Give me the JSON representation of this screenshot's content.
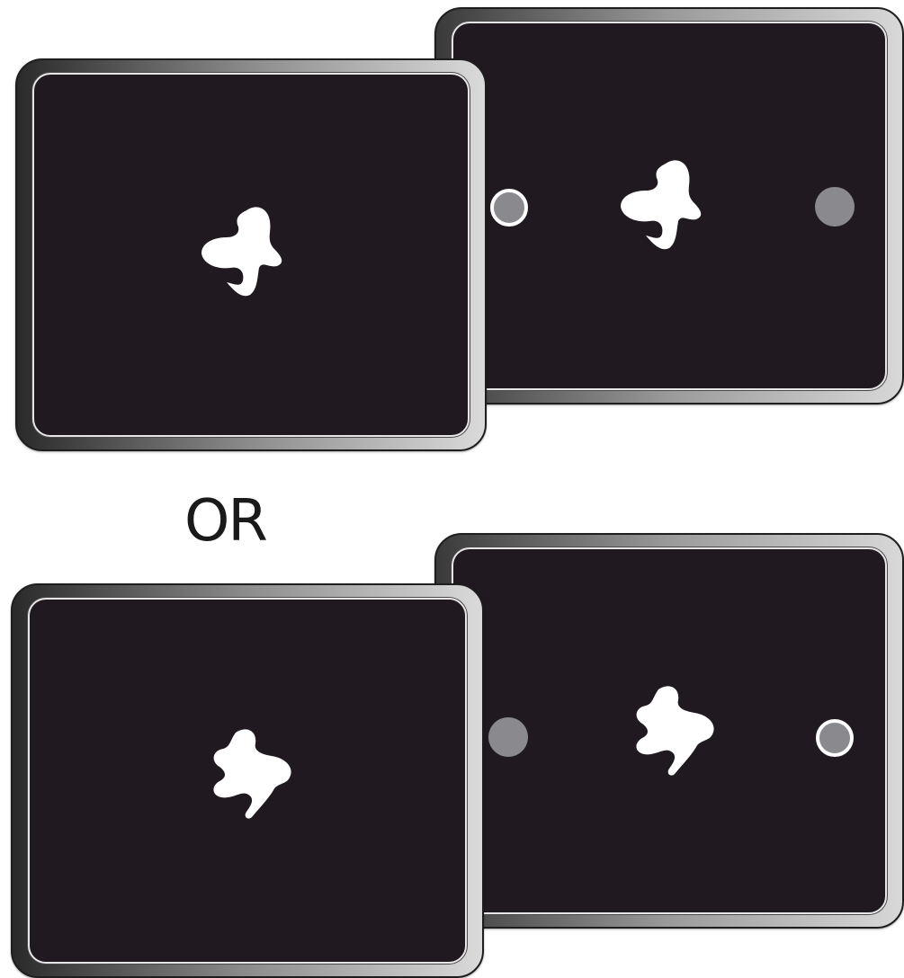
{
  "separator": {
    "text": "OR"
  },
  "colors": {
    "screen_fill": "#201a20",
    "stimulus": "#ffffff",
    "dot_fill": "#8a8a8e",
    "ring_stroke": "#ffffff"
  },
  "trials": [
    {
      "sample_screen": {
        "stimulus_icon": "white-blob-shape"
      },
      "choice_screen": {
        "stimulus_icon": "white-blob-shape",
        "left_dot": "ringed",
        "right_dot": "filled"
      }
    },
    {
      "sample_screen": {
        "stimulus_icon": "white-blob-shape"
      },
      "choice_screen": {
        "stimulus_icon": "white-blob-shape",
        "left_dot": "filled",
        "right_dot": "ringed"
      }
    }
  ]
}
